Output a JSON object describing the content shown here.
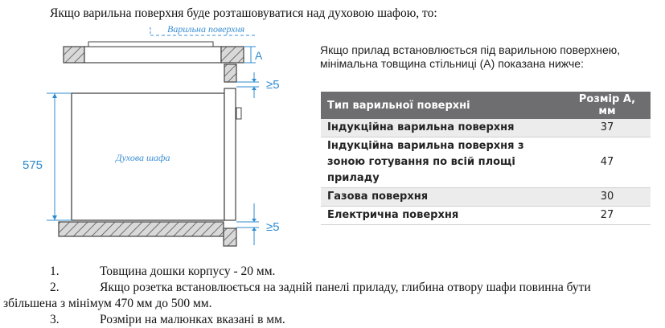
{
  "heading": "Якщо варильна поверхня буде розташовуватися над духовою шафою, то:",
  "diagram": {
    "hob_label": "Варильна поверхня",
    "oven_label": "Духова шафа",
    "dim_a": "A",
    "dim_gap_top": "≥5",
    "dim_gap_bottom": "≥5",
    "dim_height": "575"
  },
  "intro_line1": "Якщо прилад встановлюється під варильною поверхнею,",
  "intro_line2": "мінімальна товщина стільниці (A) показана нижче:",
  "table": {
    "header_type": "Тип варильної поверхні",
    "header_size": "Розмір A, мм",
    "rows": [
      {
        "type": "Індукційна варильна поверхня",
        "size": "37"
      },
      {
        "type": "Індукційна варильна поверхня з зоною готування по всій площі приладу",
        "size": "47"
      },
      {
        "type": "Газова поверхня",
        "size": "30"
      },
      {
        "type": "Електрична поверхня",
        "size": "27"
      }
    ]
  },
  "notes": [
    {
      "num": "1.",
      "text": "Товщина дошки корпусу - 20 мм."
    },
    {
      "num": "2.",
      "text": "Якщо розетка встановлюється на задній панелі приладу, глибина отвору шафи повинна бути",
      "cont": "збільшена з мінімум 470 мм до 500 мм."
    },
    {
      "num": "3.",
      "text": "Розміри на малюнках вказані в мм."
    }
  ]
}
